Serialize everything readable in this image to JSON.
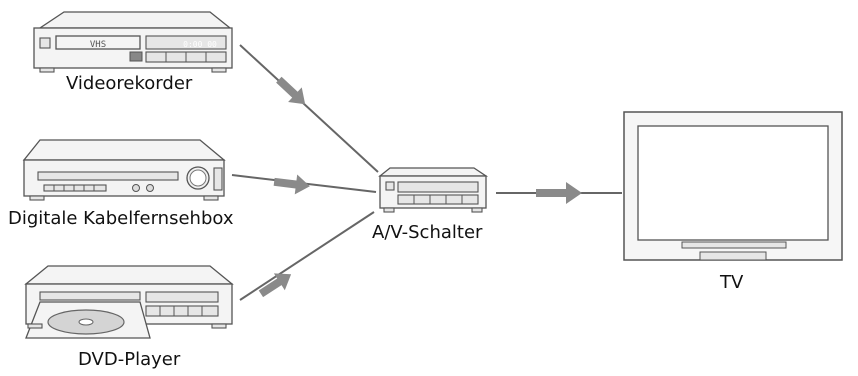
{
  "devices": {
    "vcr": {
      "label": "Videorekorder",
      "display_text": "VHS",
      "counter_text": "0:00 00"
    },
    "cable_box": {
      "label": "Digitale Kabelfernsehbox"
    },
    "dvd": {
      "label": "DVD-Player"
    },
    "switch": {
      "label": "A/V-Schalter"
    },
    "tv": {
      "label": "TV"
    }
  },
  "colors": {
    "outline": "#555555",
    "arrow": "#8a8a8a",
    "wire": "#666666"
  },
  "connections": [
    {
      "from": "Videorekorder",
      "to": "A/V-Schalter"
    },
    {
      "from": "Digitale Kabelfernsehbox",
      "to": "A/V-Schalter"
    },
    {
      "from": "DVD-Player",
      "to": "A/V-Schalter"
    },
    {
      "from": "A/V-Schalter",
      "to": "TV"
    }
  ]
}
